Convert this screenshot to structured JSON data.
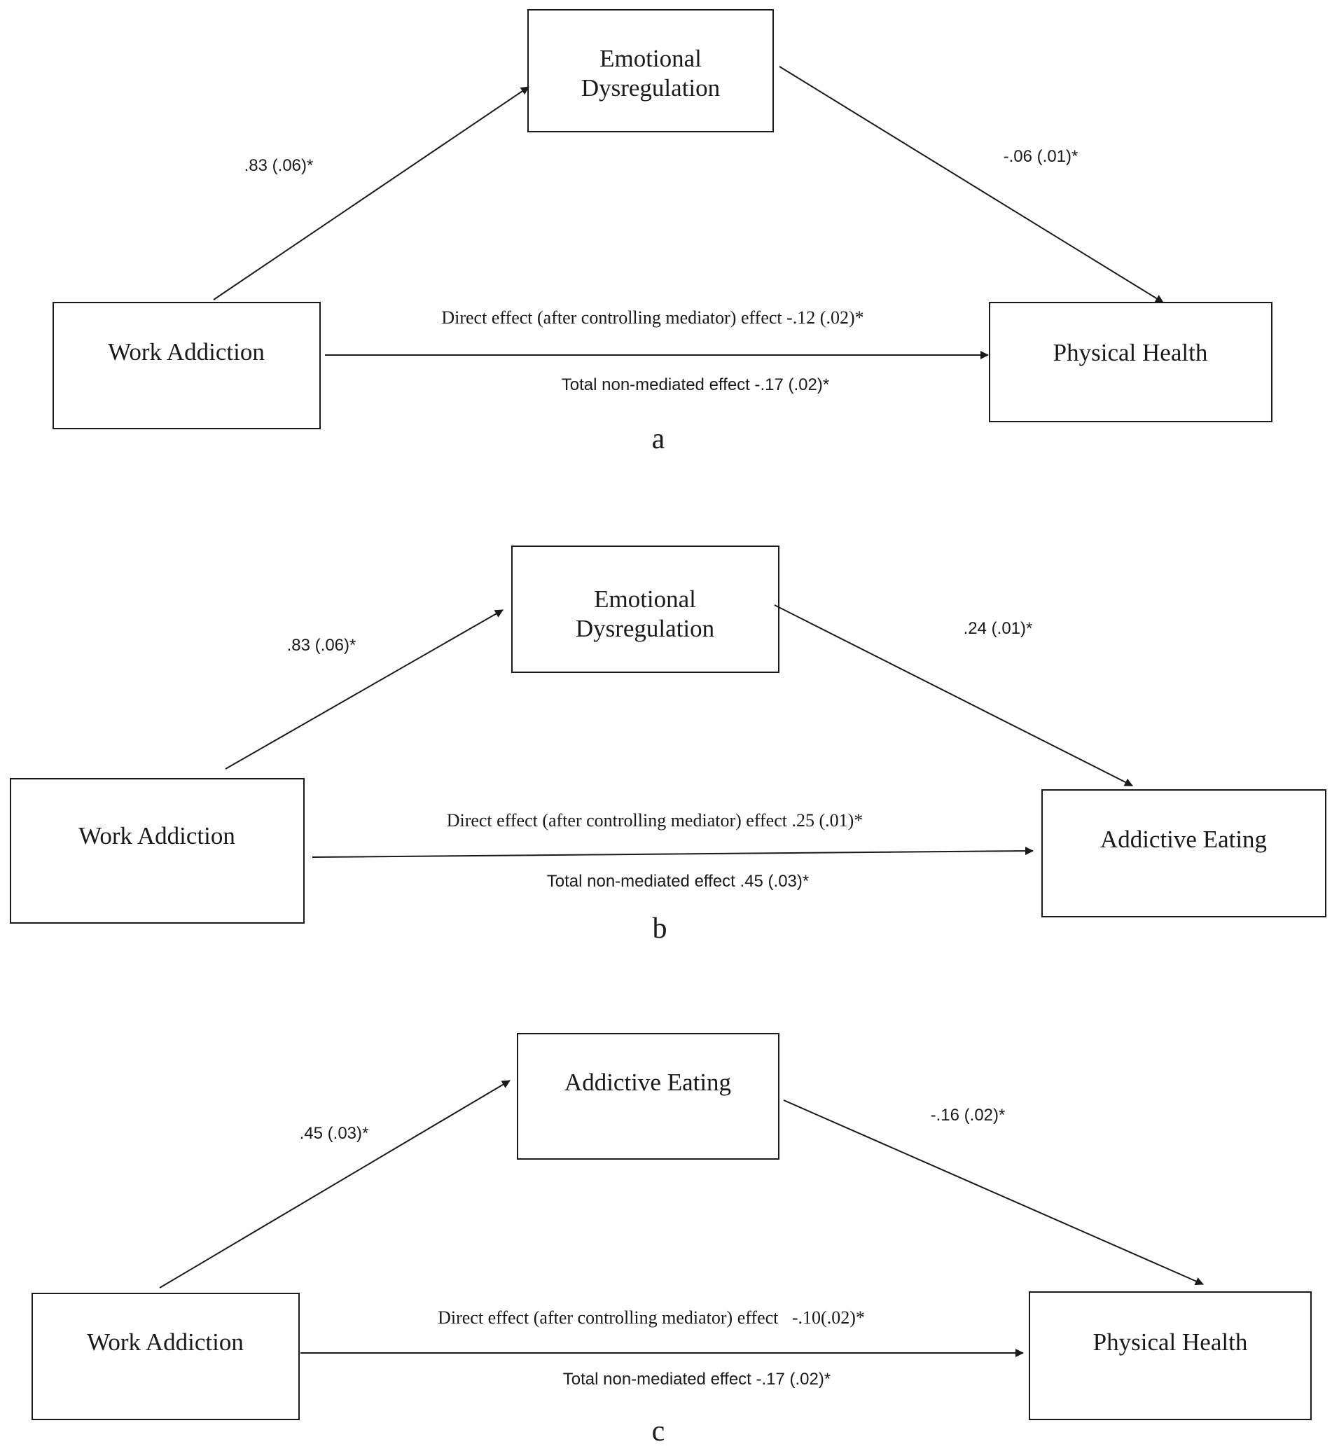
{
  "panels": [
    {
      "id": "a",
      "label": "a",
      "mediator": [
        "Emotional",
        "Dysregulation"
      ],
      "predictor": "Work Addiction",
      "outcome": "Physical Health",
      "path_a": ".83 (.06)*",
      "path_b": "-.06 (.01)*",
      "direct": "Direct effect (after controlling mediator) effect -.12 (.02)*",
      "total": "Total non-mediated effect  -.17 (.02)*"
    },
    {
      "id": "b",
      "label": "b",
      "mediator": [
        "Emotional",
        "Dysregulation"
      ],
      "predictor": "Work Addiction",
      "outcome": "Addictive Eating",
      "path_a": ".83 (.06)*",
      "path_b": ".24 (.01)*",
      "direct": "Direct effect (after controlling mediator) effect .25 (.01)*",
      "total": "Total non-mediated effect .45 (.03)*"
    },
    {
      "id": "c",
      "label": "c",
      "mediator": [
        "Addictive Eating"
      ],
      "predictor": "Work Addiction",
      "outcome": "Physical Health",
      "path_a": ".45 (.03)*",
      "path_b": "-.16 (.02)*",
      "direct": "Direct effect (after controlling mediator) effect   -.10(.02)*",
      "total": "Total non-mediated effect -.17 (.02)*"
    }
  ]
}
